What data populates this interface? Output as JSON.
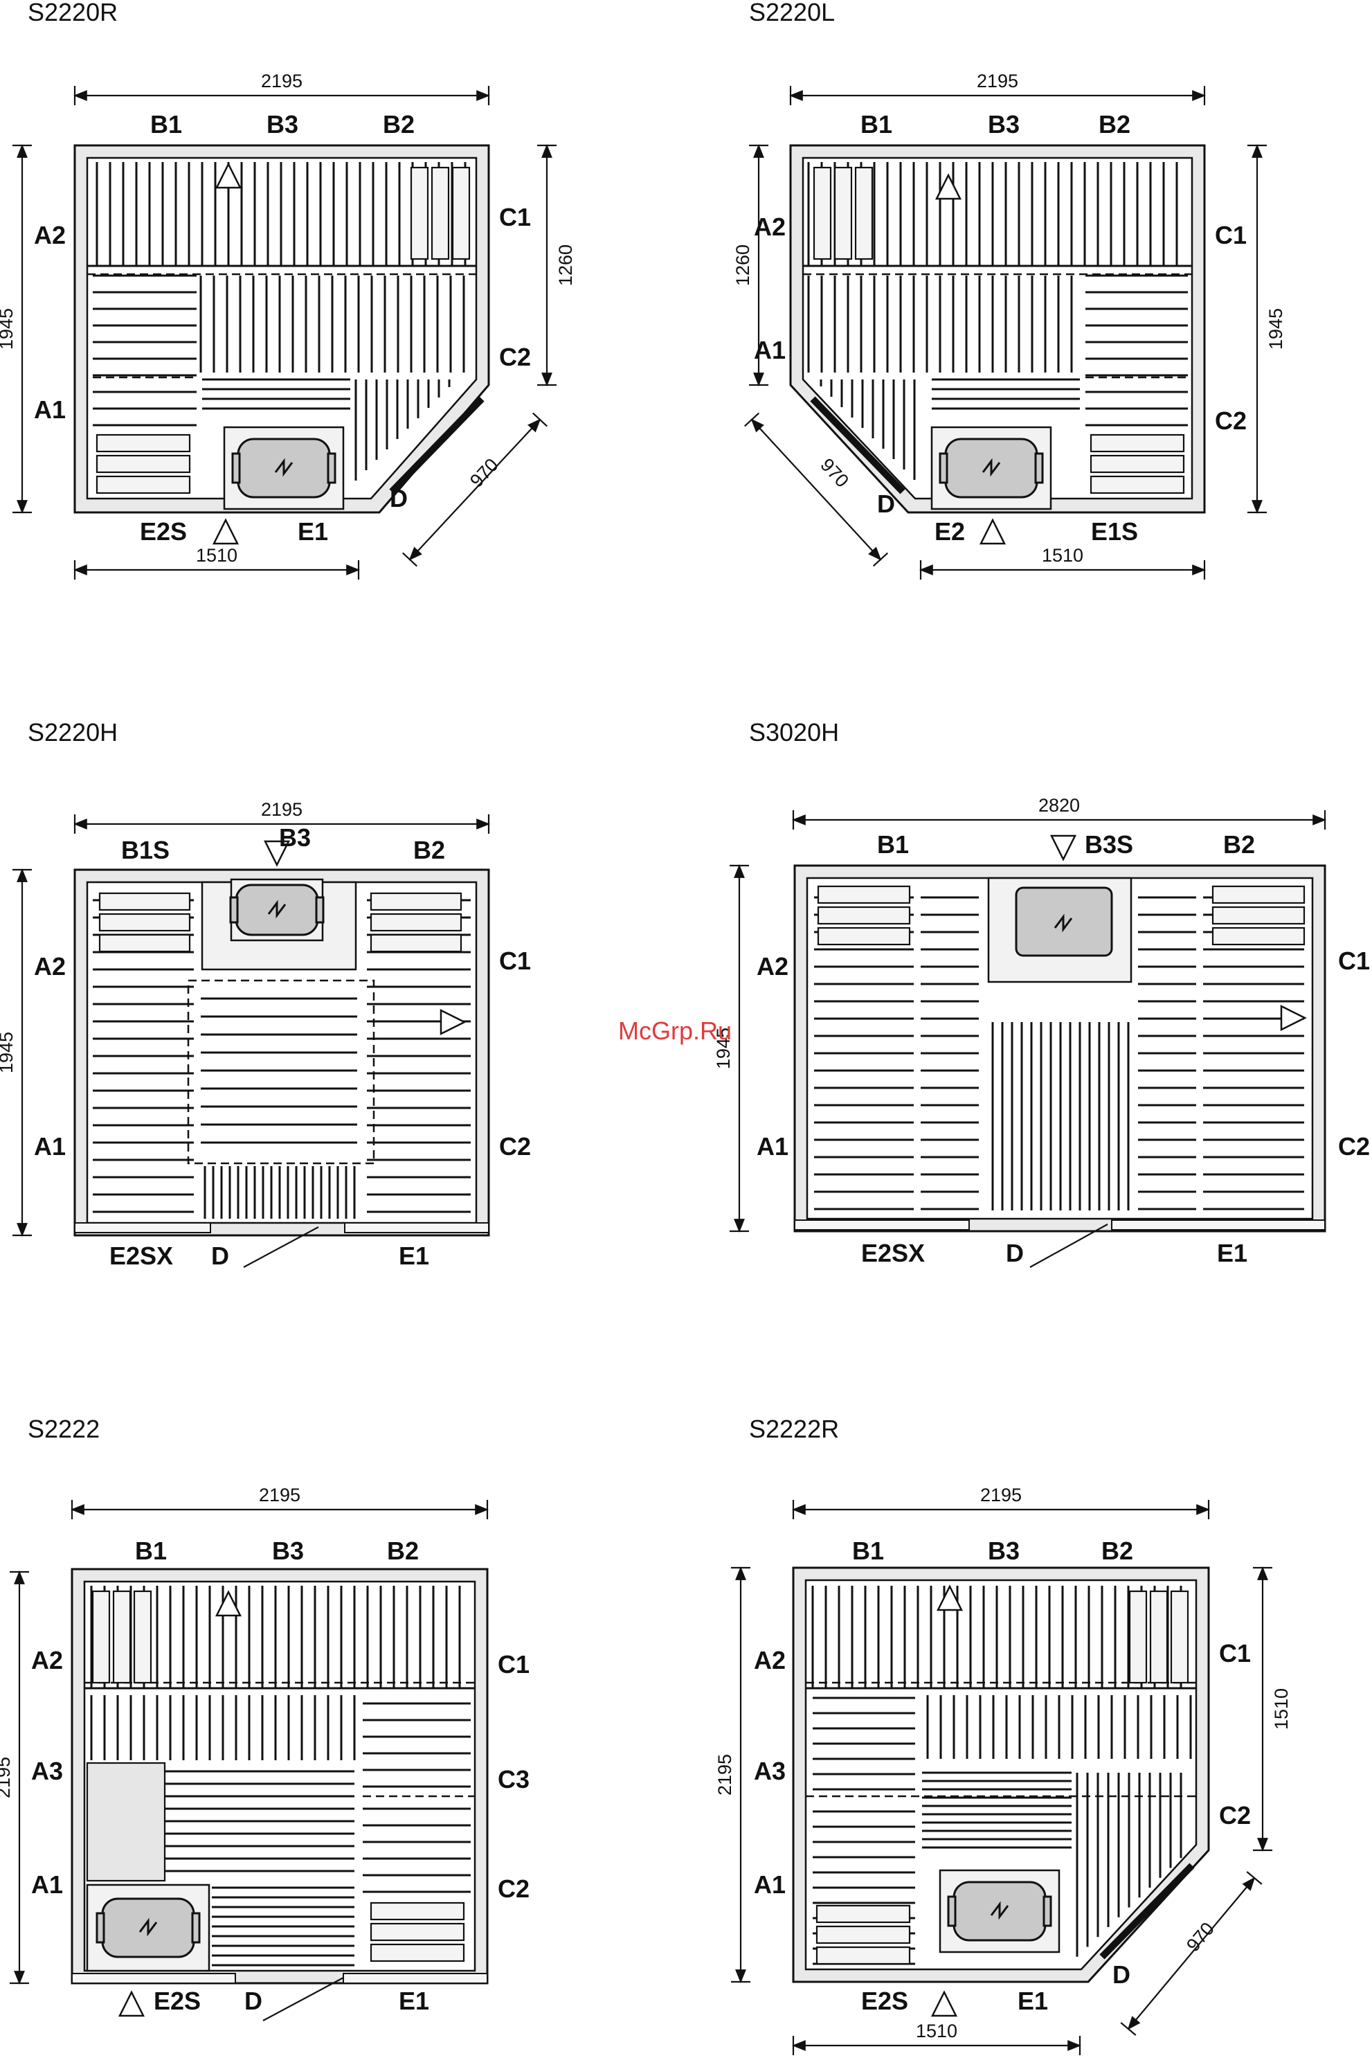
{
  "watermark": "McGrp.Ru",
  "plans": [
    {
      "title": "S2220R",
      "dims": [
        "2195",
        "1945",
        "1260",
        "970",
        "1510"
      ],
      "labels": [
        "B1",
        "B3",
        "B2",
        "A2",
        "A1",
        "C1",
        "C2",
        "D",
        "E2S",
        "E1"
      ]
    },
    {
      "title": "S2220L",
      "dims": [
        "2195",
        "1260",
        "1945",
        "970",
        "1510"
      ],
      "labels": [
        "B1",
        "B3",
        "B2",
        "A2",
        "A1",
        "C1",
        "C2",
        "D",
        "E2",
        "E1S"
      ]
    },
    {
      "title": "S2220H",
      "dims": [
        "2195",
        "1945"
      ],
      "labels": [
        "B1S",
        "B3",
        "B2",
        "A2",
        "A1",
        "C1",
        "C2",
        "E2SX",
        "D",
        "E1"
      ]
    },
    {
      "title": "S3020H",
      "dims": [
        "2820",
        "1945"
      ],
      "labels": [
        "B1",
        "B3S",
        "B2",
        "A2",
        "A1",
        "C1",
        "C2",
        "E2SX",
        "D",
        "E1"
      ]
    },
    {
      "title": "S2222",
      "dims": [
        "2195",
        "2195"
      ],
      "labels": [
        "B1",
        "B3",
        "B2",
        "A2",
        "A3",
        "A1",
        "C1",
        "C3",
        "C2",
        "E2S",
        "D",
        "E1"
      ]
    },
    {
      "title": "S2222R",
      "dims": [
        "2195",
        "2195",
        "1510",
        "970",
        "1510"
      ],
      "labels": [
        "B1",
        "B3",
        "B2",
        "A2",
        "A3",
        "A1",
        "C1",
        "C2",
        "D",
        "E2S",
        "E1"
      ]
    }
  ]
}
